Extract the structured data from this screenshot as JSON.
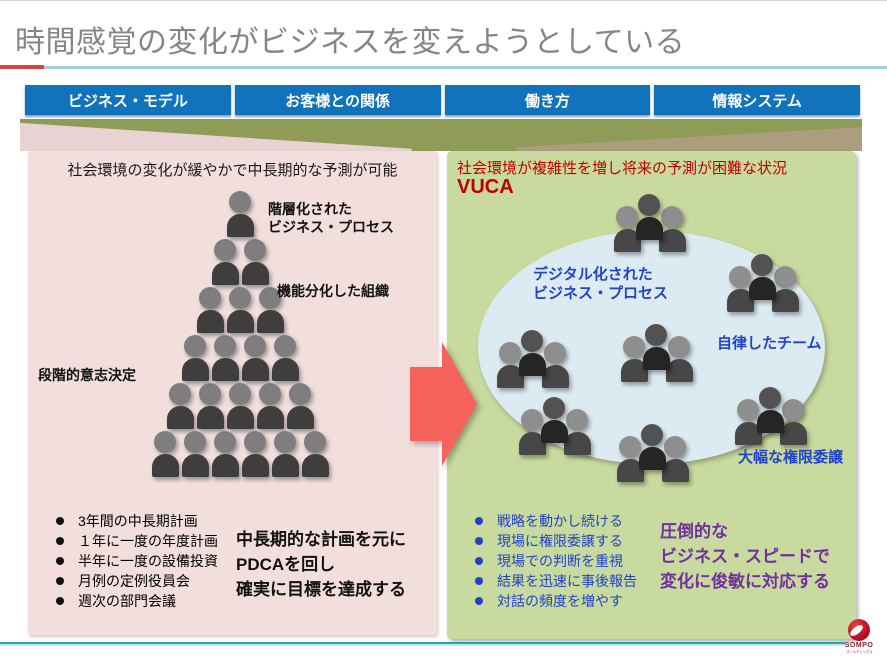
{
  "slide": {
    "title": "時間感覚の変化がビジネスを変えようとしている",
    "tabs": [
      {
        "label": "ビジネス・モデル"
      },
      {
        "label": "お客様との関係"
      },
      {
        "label": "働き方"
      },
      {
        "label": "情報システム"
      }
    ],
    "colors": {
      "tab_blue": "#1173bb",
      "title_gray": "#858585",
      "left_panel_pink": "#f2dedd",
      "right_panel_green": "#c9da9f",
      "band_olive": "#8e9c58",
      "ellipse_blue": "#dceaf2",
      "arrow_red": "#f5635c",
      "red_text": "#c00000",
      "blue_text": "#2243c8",
      "purple_text": "#7030a0"
    }
  },
  "left_panel": {
    "header": "社会環境の変化が緩やかで中長期的な予測が可能",
    "labels": {
      "hierarchy_line1": "階層化された",
      "hierarchy_line2": "ビジネス・プロセス",
      "org": "機能分化した組織",
      "decision": "段階的意志決定"
    },
    "pyramid_rows": [
      1,
      2,
      3,
      4,
      5,
      6
    ],
    "bullets": [
      "3年間の中長期計画",
      "１年に一度の年度計画",
      "半年に一度の設備投資",
      "月例の定例役員会",
      "週次の部門会議"
    ],
    "summary_lines": [
      "中長期的な計画を元に",
      "PDCAを回し",
      "確実に目標を達成する"
    ]
  },
  "right_panel": {
    "header": "社会環境が複雑性を増し将来の予測が困難な状況",
    "vuca": "VUCA",
    "labels": {
      "digital_line1": "デジタル化された",
      "digital_line2": "ビジネス・プロセス",
      "team": "自律したチーム",
      "delegation": "大幅な権限委譲"
    },
    "team_cluster_count": 7,
    "bullets": [
      "戦略を動かし続ける",
      "現場に権限委譲する",
      "現場での判断を重視",
      "結果を迅速に事後報告",
      "対話の頻度を増やす"
    ],
    "summary_lines": [
      "圧倒的な",
      "ビジネス・スピードで",
      "変化に俊敏に対応する"
    ]
  },
  "footer": {
    "logo_text": "SOMPO",
    "logo_subtext": "ホールディングス"
  }
}
